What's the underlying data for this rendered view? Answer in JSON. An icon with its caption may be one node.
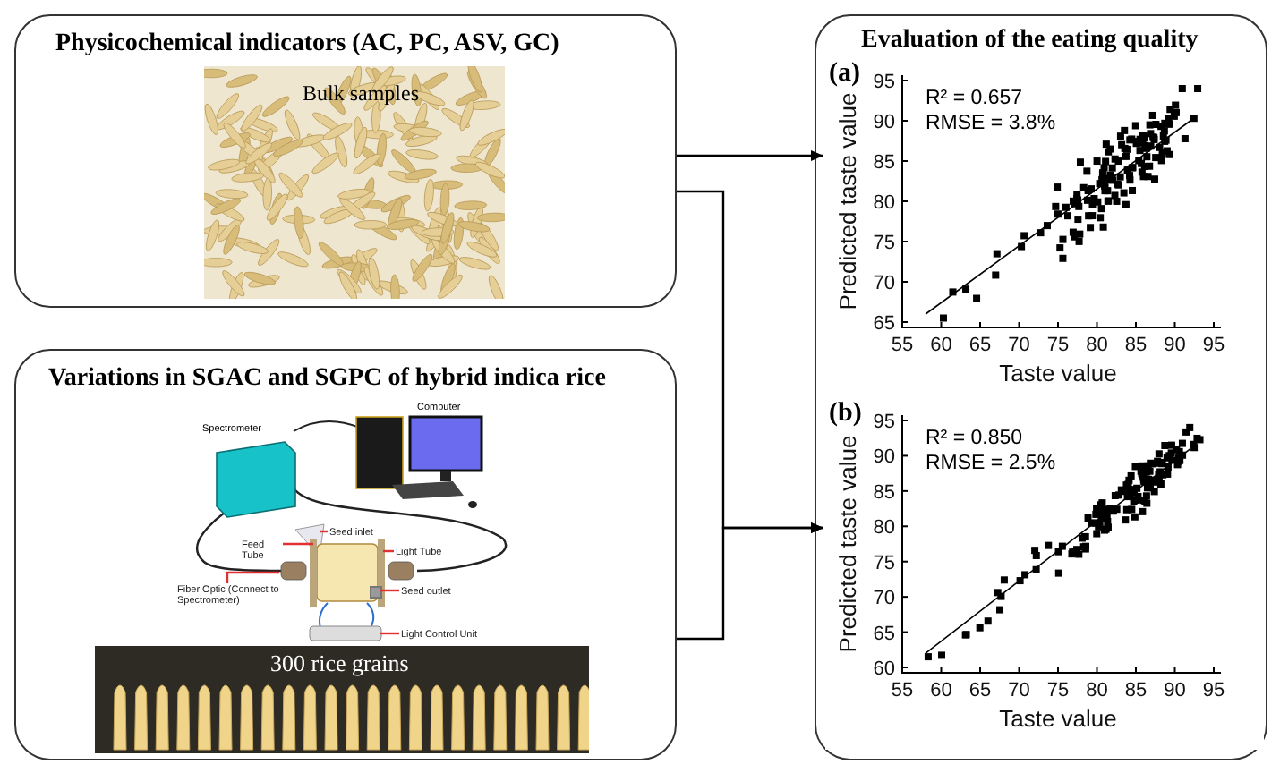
{
  "diagram": {
    "nodes": [
      {
        "text": [
          "Physicochemical indicators (AC, PC, ASV, GC)"
        ]
      },
      {
        "text": [
          "Variations in SGAC and SGPC of hybrid indica rice"
        ]
      },
      {
        "text": [
          "Evaluation of the eating quality"
        ]
      },
      {
        "text": [
          "(a)",
          "R² = 0.657",
          "RMSE = 3.8%"
        ],
        "in": 2
      },
      {
        "text": [
          "(b)",
          "R² = 0.850",
          "RMSE = 2.5%"
        ],
        "in": 2
      },
      {
        "text": [
          "Seed inlet"
        ],
        "in": 1
      },
      {
        "text": [
          "Feed Tube"
        ],
        "in": 1
      },
      {
        "text": [
          "Light Tube"
        ],
        "in": 1
      },
      {
        "text": [
          "Fiber Optic (Connect to Spectrometer)"
        ],
        "in": 1
      },
      {
        "text": [
          "Seed outlet"
        ],
        "in": 1
      },
      {
        "text": [
          "Light Control Unit"
        ],
        "in": 1
      },
      {
        "text": [],
        "shape": "funnel",
        "in": 1
      },
      {
        "text": [],
        "shape": "cylinder",
        "in": 1
      },
      {
        "text": [],
        "shape": "connector",
        "in": 1
      },
      {
        "text": [],
        "shape": "tube",
        "in": 1
      },
      {
        "text": [],
        "shape": "box",
        "in": 1
      }
    ],
    "edges": [
      {
        "from": 0,
        "to": 3,
        "arrow": "to",
        "color": "#000000"
      },
      {
        "from": 0,
        "to": 4,
        "arrow": "to",
        "color": "#000000"
      },
      {
        "from": 1,
        "to": 4,
        "arrow": "to",
        "color": "#000000"
      },
      {
        "from": 5,
        "to": 11,
        "arrow": "none",
        "color": "#e03030"
      },
      {
        "from": 6,
        "to": 11,
        "arrow": "none",
        "color": "#e03030"
      },
      {
        "from": 7,
        "to": 12,
        "arrow": "none",
        "color": "#e03030"
      },
      {
        "from": 8,
        "to": 13,
        "arrow": "none",
        "color": "#e03030"
      },
      {
        "from": 9,
        "to": 14,
        "arrow": "none",
        "color": "#e03030"
      },
      {
        "from": 10,
        "to": 15,
        "arrow": "none",
        "color": "#e03030"
      }
    ],
    "labels": [
      "Bulk samples",
      "Spectrometer",
      "Computer",
      "300 rice grains",
      "95",
      "90",
      "85",
      "80",
      "75",
      "70",
      "65",
      "Predicted taste value",
      "55",
      "60",
      "65",
      "70",
      "75",
      "80",
      "85",
      "90",
      "95",
      "Taste value",
      "95",
      "90",
      "85",
      "80",
      "75",
      "70",
      "65",
      "60",
      "Predicted taste value",
      "55",
      "60",
      "65",
      "70",
      "75",
      "80",
      "85",
      "90",
      "95",
      "Taste value"
    ]
  }
}
